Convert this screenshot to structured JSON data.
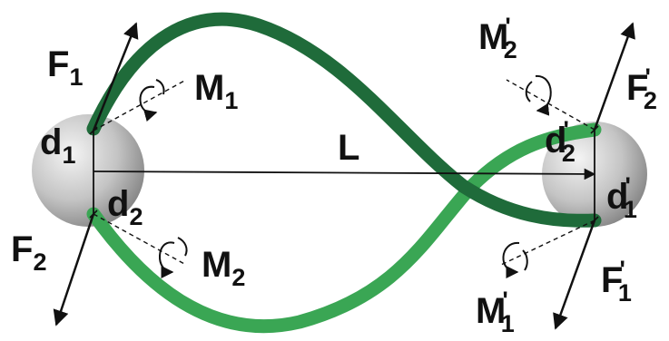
{
  "labels": {
    "F1": "F",
    "F1_sub": "1",
    "F2": "F",
    "F2_sub": "2",
    "M1": "M",
    "M1_sub": "1",
    "M2": "M",
    "M2_sub": "2",
    "d1": "d",
    "d1_sub": "1",
    "d2": "d",
    "d2_sub": "2",
    "L": "L",
    "M2p": "M",
    "M2p_sub": "2",
    "M2p_prime": "'",
    "F2p": "F",
    "F2p_sub": "2",
    "F2p_prime": "'",
    "d2p": "d",
    "d2p_sub": "2",
    "d2p_prime": "'",
    "d1p": "d",
    "d1p_sub": "1",
    "d1p_prime": "'",
    "M1p": "M",
    "M1p_sub": "1",
    "M1p_prime": "'",
    "F1p": "F",
    "F1p_sub": "1",
    "F1p_prime": "'"
  },
  "colors": {
    "strand_dark": "#1f6b3a",
    "strand_light": "#3aa654",
    "sphere_light": "#f2f2f2",
    "sphere_dark": "#8a8a8a",
    "ink": "#111111"
  }
}
